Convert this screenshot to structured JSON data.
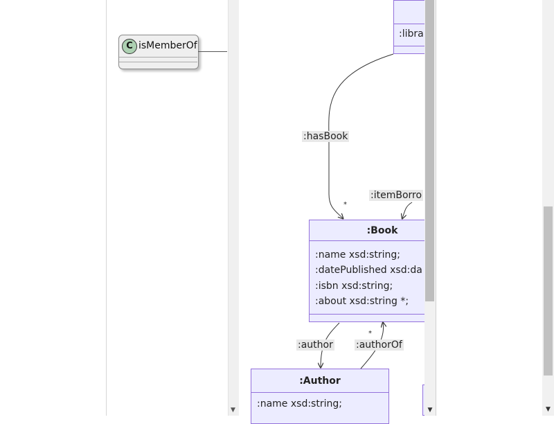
{
  "left_panel": {
    "class_box": {
      "stereotype_letter": "C",
      "name": "isMemberOf"
    }
  },
  "diagram": {
    "library": {
      "attribute": ":libra"
    },
    "book": {
      "title": ":Book",
      "attributes": [
        ":name xsd:string;",
        ":datePublished xsd:da",
        ":isbn xsd:string;",
        ":about xsd:string *;"
      ]
    },
    "author": {
      "title": ":Author",
      "attributes": [
        ":name xsd:string;"
      ]
    },
    "edges": {
      "has_book": ":hasBook",
      "item_borrowed": ":itemBorro",
      "author": ":author",
      "author_of": ":authorOf",
      "multiplicity_many": "*"
    }
  },
  "colors": {
    "node_fill": "#ececff",
    "node_border": "#9370db",
    "label_bg": "#e8e8e8",
    "class_circle": "#add1b2"
  },
  "icons": {
    "scroll_down": "triangle-down-icon"
  }
}
